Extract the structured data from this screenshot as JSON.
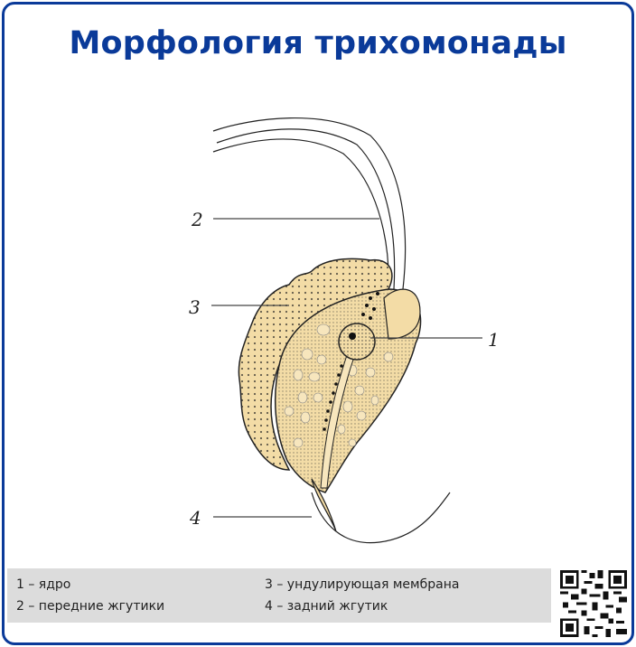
{
  "title": "Морфология трихомонады",
  "diagram": {
    "callouts": [
      {
        "number": "1",
        "target": "ядро"
      },
      {
        "number": "2",
        "target": "передние жгутики"
      },
      {
        "number": "3",
        "target": "ундулирующая мембрана"
      },
      {
        "number": "4",
        "target": "задний жгутик"
      }
    ],
    "labels": {
      "n1": "1",
      "n2": "2",
      "n3": "3",
      "n4": "4"
    }
  },
  "legend": {
    "items": [
      {
        "text": "1 – ядро"
      },
      {
        "text": "2 – передние жгутики"
      },
      {
        "text": "3 – ундулирующая мембрана"
      },
      {
        "text": "4 – задний жгутик"
      }
    ]
  },
  "colors": {
    "accent": "#0a3a99",
    "cell_fill": "#f3dca6",
    "legend_bg": "#dcdcdc"
  },
  "qr_code": {
    "icon": "qr-code-icon"
  }
}
